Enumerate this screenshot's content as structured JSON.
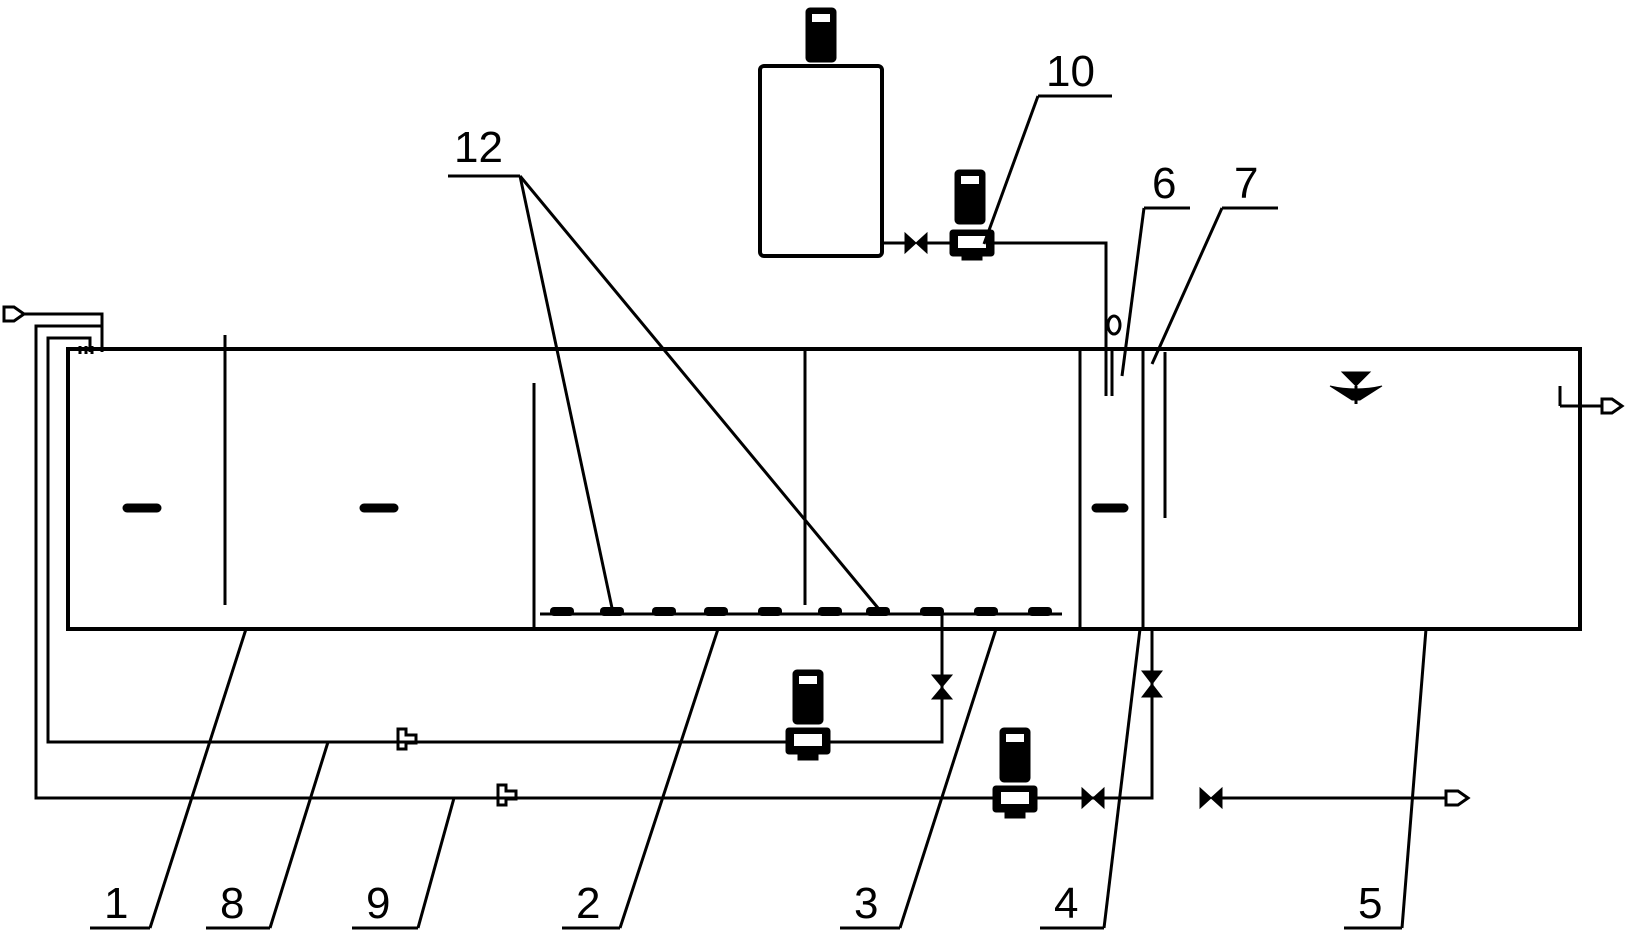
{
  "callouts": {
    "c1": "1",
    "c2": "2",
    "c3": "3",
    "c4": "4",
    "c5": "5",
    "c6": "6",
    "c7": "7",
    "c8": "8",
    "c9": "9",
    "c10": "10",
    "c12": "12"
  },
  "colors": {
    "line": "#000000",
    "background": "#ffffff"
  },
  "icons": [
    "pump-icon",
    "valve-icon",
    "flow-arrow-icon",
    "water-level-icon",
    "aerator-icon",
    "flow-meter-icon"
  ]
}
